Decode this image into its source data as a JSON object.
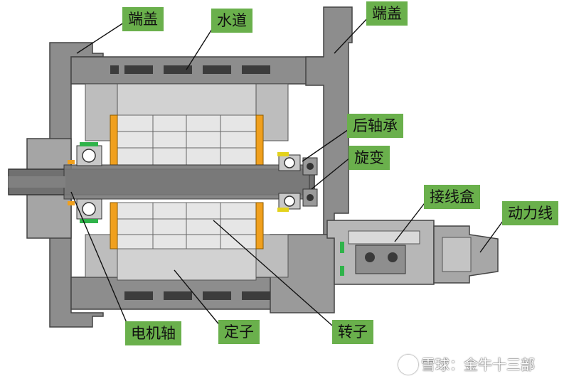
{
  "labels": {
    "end_cover_left": "端盖",
    "water_channel": "水道",
    "end_cover_right": "端盖",
    "rear_bearing": "后轴承",
    "resolver": "旋变",
    "junction_box": "接线盒",
    "power_cable": "动力线",
    "motor_shaft": "电机轴",
    "stator": "定子",
    "rotor": "转子"
  },
  "watermark": "雪球：金牛十三部",
  "colors": {
    "label_bg": "#6ab04c",
    "housing": "#8d8d8d",
    "housing_dark": "#5f5f5f",
    "core": "#d2d2d2",
    "shaft": "#707070",
    "winding": "#f0a01e",
    "seal": "#2fb34a",
    "yellow_part": "#e3d21c"
  }
}
